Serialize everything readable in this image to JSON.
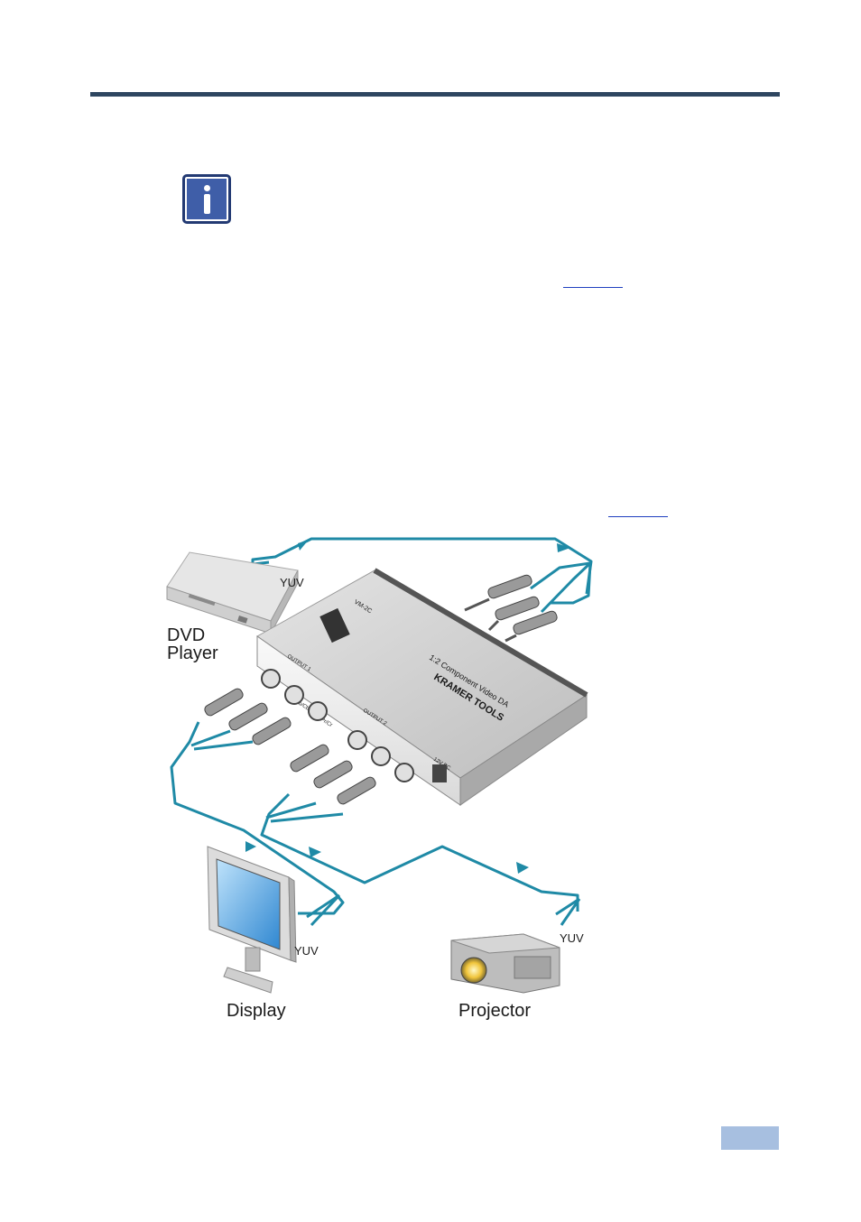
{
  "figure": {
    "labels": {
      "dvd_line1": "DVD",
      "dvd_line2": "Player",
      "display": "Display",
      "projector": "Projector",
      "yuv_dvd": "YUV",
      "yuv_display": "YUV",
      "yuv_projector": "YUV"
    },
    "device": {
      "brand": "KRAMER TOOLS",
      "model": "VM-2C",
      "subtitle": "1:2 Component Video DA",
      "output1": "OUTPUT 1",
      "output2": "OUTPUT 2",
      "power": "12V DC",
      "port_y": "Y",
      "port_pb": "Pb/Cb",
      "port_pr": "Pr/Cr"
    },
    "colors": {
      "cable": "#1f8aa6",
      "rule": "#2e4660",
      "page_tab": "#a7bfe0"
    }
  }
}
